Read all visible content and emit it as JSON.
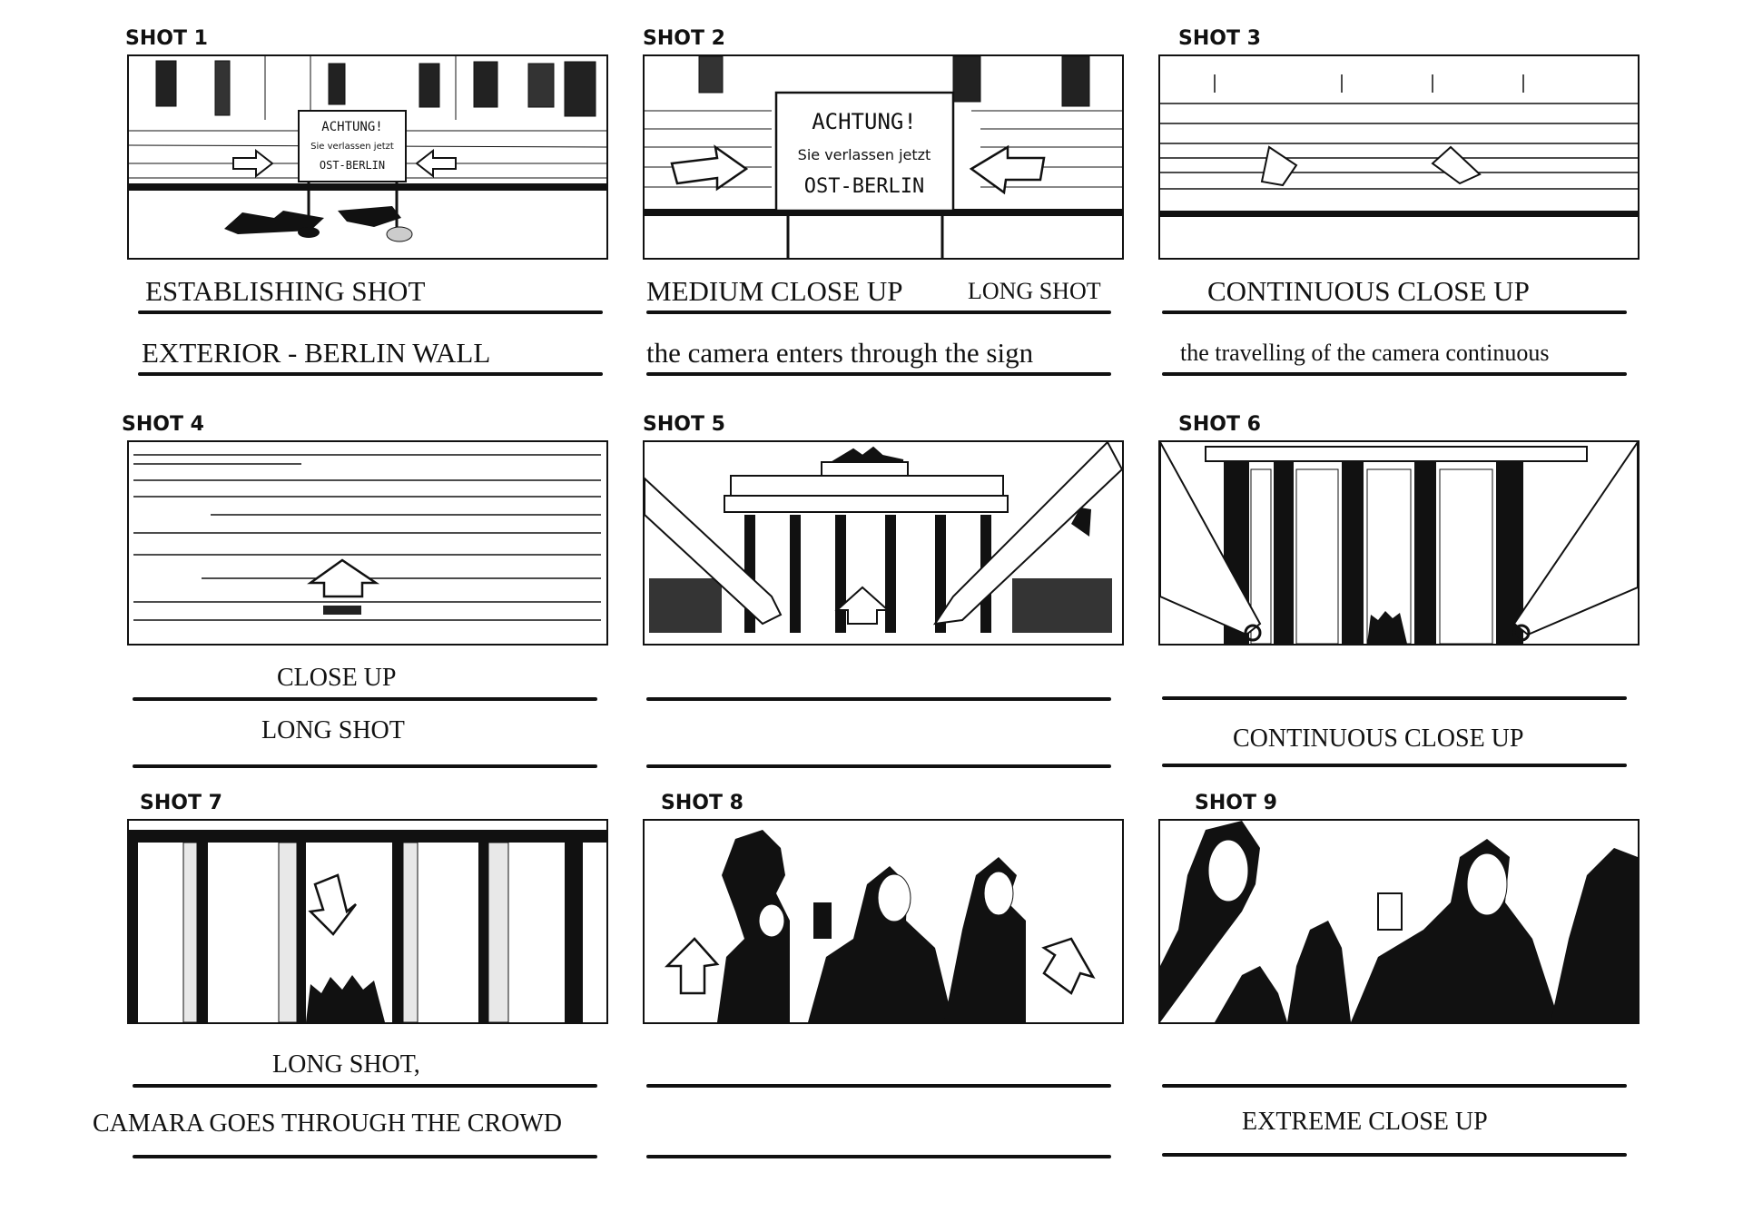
{
  "page": {
    "background": "#ffffff",
    "ink": "#111111"
  },
  "sign": {
    "heading": "ACHTUNG!",
    "line1": "Sie verlassen jetzt",
    "line2": "OST-BERLIN"
  },
  "shots": [
    {
      "title": "SHOT 1",
      "caption1": "ESTABLISHING SHOT",
      "caption2": "EXTERIOR - BERLIN WALL"
    },
    {
      "title": "SHOT 2",
      "caption1": "MEDIUM CLOSE UP",
      "caption1b": "LONG SHOT",
      "caption2": "the camera enters through the sign"
    },
    {
      "title": "SHOT 3",
      "caption1": "CONTINUOUS CLOSE UP",
      "caption2": "the travelling of the camera continuous"
    },
    {
      "title": "SHOT 4",
      "caption1": "CLOSE UP",
      "caption2": "LONG SHOT"
    },
    {
      "title": "SHOT 5",
      "caption1": "",
      "caption2": ""
    },
    {
      "title": "SHOT 6",
      "caption1": "",
      "caption2": "CONTINUOUS CLOSE UP"
    },
    {
      "title": "SHOT 7",
      "caption1": "LONG SHOT,",
      "caption2": "CAMARA GOES THROUGH THE CROWD"
    },
    {
      "title": "SHOT 8",
      "caption1": "",
      "caption2": ""
    },
    {
      "title": "SHOT 9",
      "caption1": "",
      "caption2": "EXTREME CLOSE UP"
    }
  ]
}
